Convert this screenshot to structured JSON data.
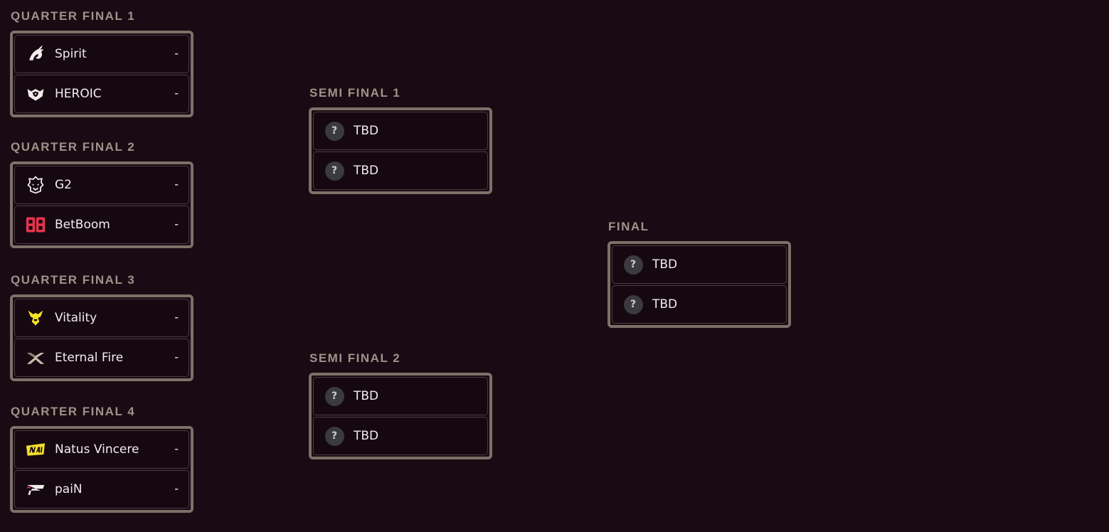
{
  "quarter_finals": [
    {
      "title": "QUARTER FINAL 1",
      "teams": [
        {
          "name": "Spirit",
          "score": "-",
          "icon": "spirit-dragon-icon"
        },
        {
          "name": "HEROIC",
          "score": "-",
          "icon": "heroic-logo-icon"
        }
      ]
    },
    {
      "title": "QUARTER FINAL 2",
      "teams": [
        {
          "name": "G2",
          "score": "-",
          "icon": "g2-samurai-icon"
        },
        {
          "name": "BetBoom",
          "score": "-",
          "icon": "betboom-logo-icon"
        }
      ]
    },
    {
      "title": "QUARTER FINAL 3",
      "teams": [
        {
          "name": "Vitality",
          "score": "-",
          "icon": "vitality-bee-icon"
        },
        {
          "name": "Eternal Fire",
          "score": "-",
          "icon": "eternal-fire-logo-icon"
        }
      ]
    },
    {
      "title": "QUARTER FINAL 4",
      "teams": [
        {
          "name": "Natus Vincere",
          "score": "-",
          "icon": "navi-logo-icon"
        },
        {
          "name": "paiN",
          "score": "-",
          "icon": "pain-logo-icon"
        }
      ]
    }
  ],
  "semi_finals": [
    {
      "title": "SEMI FINAL 1",
      "teams": [
        {
          "name": "TBD",
          "icon": "question-mark-icon",
          "icon_text": "?"
        },
        {
          "name": "TBD",
          "icon": "question-mark-icon",
          "icon_text": "?"
        }
      ]
    },
    {
      "title": "SEMI FINAL 2",
      "teams": [
        {
          "name": "TBD",
          "icon": "question-mark-icon",
          "icon_text": "?"
        },
        {
          "name": "TBD",
          "icon": "question-mark-icon",
          "icon_text": "?"
        }
      ]
    }
  ],
  "final": {
    "title": "FINAL",
    "teams": [
      {
        "name": "TBD",
        "icon": "question-mark-icon",
        "icon_text": "?"
      },
      {
        "name": "TBD",
        "icon": "question-mark-icon",
        "icon_text": "?"
      }
    ]
  },
  "colors": {
    "background": "#1a0a13",
    "card_border": "#7d7069",
    "title": "#9e938a",
    "text": "#f2ecea",
    "betboom": "#e8344d",
    "vitality": "#f5e425",
    "navi": "#f2df2b"
  }
}
